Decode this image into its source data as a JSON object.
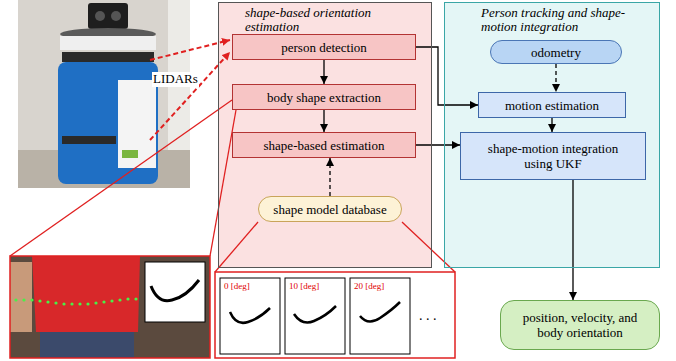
{
  "diagram": {
    "nodes": [
      {
        "text": [
          "shape-based orientation estimation"
        ]
      },
      {
        "text": [
          "person detection"
        ],
        "in": 0
      },
      {
        "text": [
          "body shape extraction"
        ],
        "in": 0
      },
      {
        "text": [
          "shape-based estimation"
        ],
        "in": 0
      },
      {
        "text": [
          "shape model database"
        ],
        "in": 0
      },
      {
        "text": [
          "Person tracking and shape-motion integration"
        ]
      },
      {
        "text": [
          "odometry"
        ],
        "in": 5
      },
      {
        "text": [
          "motion estimation"
        ],
        "in": 5
      },
      {
        "text": [
          "shape-motion integration using UKF"
        ],
        "in": 5
      },
      {
        "text": [
          "position, velocity, and body orientation"
        ]
      }
    ],
    "edges": [
      {
        "from": 1,
        "to": 2,
        "arrow": "to"
      },
      {
        "from": 2,
        "to": 3,
        "arrow": "to"
      },
      {
        "from": 4,
        "to": 3,
        "arrow": "to"
      },
      {
        "from": 1,
        "to": 7,
        "arrow": "to"
      },
      {
        "from": 6,
        "to": 7,
        "arrow": "to"
      },
      {
        "from": 7,
        "to": 8,
        "arrow": "to"
      },
      {
        "from": 3,
        "to": 8,
        "arrow": "to"
      },
      {
        "from": 8,
        "to": 9,
        "arrow": "to"
      }
    ],
    "labels": [
      "LIDARs",
      "0 [deg]",
      "10 [deg]",
      "20 [deg]",
      ". . ."
    ]
  }
}
